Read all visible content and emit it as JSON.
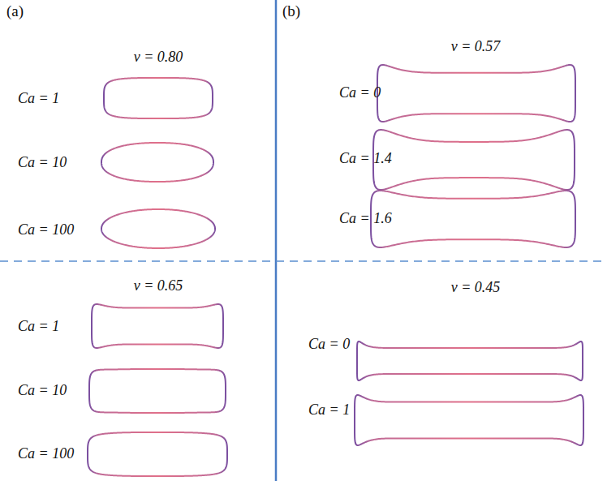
{
  "diagram": {
    "labels": [
      "(a)",
      "(b)",
      "ν = 0.80",
      "Ca = 1",
      "Ca = 10",
      "Ca = 100",
      "ν = 0.65",
      "Ca = 1",
      "Ca = 10",
      "Ca = 100",
      "ν = 0.57",
      "Ca = 0",
      "Ca = 1.4",
      "Ca = 1.6",
      "ν = 0.45",
      "Ca = 0",
      "Ca = 1"
    ]
  }
}
